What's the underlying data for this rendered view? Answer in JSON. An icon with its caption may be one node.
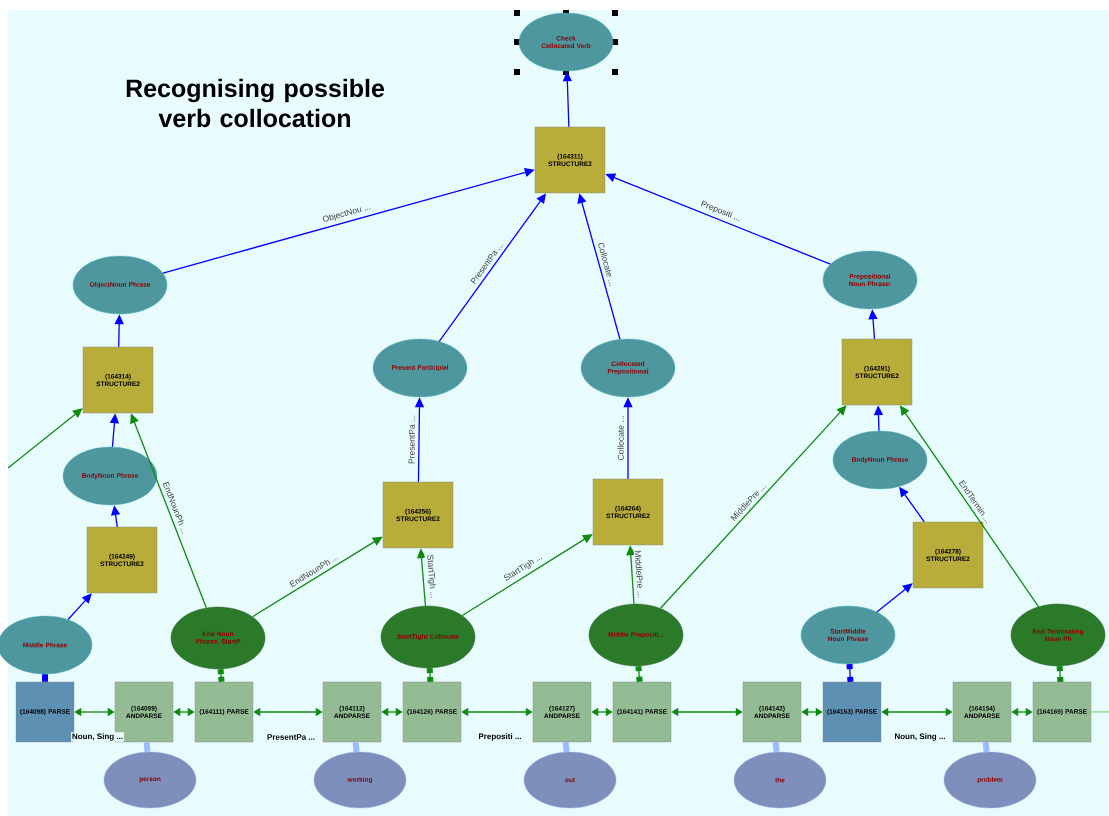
{
  "diagram": {
    "title": "Recognising possible verb collocation",
    "nodes": [
      {
        "text": [
          "Check Collocated Verb"
        ]
      },
      {
        "text": [
          "(164311) STRUCTURE2"
        ]
      },
      {
        "text": [
          "ObjectNoun Phrase"
        ]
      },
      {
        "text": [
          "Present Participial"
        ]
      },
      {
        "text": [
          "Collocated Prepositional"
        ]
      },
      {
        "text": [
          "Prepositional Noun Phrase:"
        ]
      },
      {
        "text": [
          "(164314) STRUCTURE2"
        ]
      },
      {
        "text": [
          "(164291) STRUCTURE2"
        ]
      },
      {
        "text": [
          "BodyNoun Phrase"
        ]
      },
      {
        "text": [
          "(164256) STRUCTURE2"
        ]
      },
      {
        "text": [
          "(164264) STRUCTURE2"
        ]
      },
      {
        "text": [
          "BodyNoun Phrase"
        ]
      },
      {
        "text": [
          "(164249) STRUCTURE2"
        ]
      },
      {
        "text": [
          "(164278) STRUCTURE2"
        ]
      },
      {
        "text": [
          "Middle Phrase"
        ]
      },
      {
        "text": [
          "End Noun Phrase, StartP"
        ]
      },
      {
        "text": [
          "StartTight Collocate"
        ]
      },
      {
        "text": [
          "Middle Prepositi..."
        ]
      },
      {
        "text": [
          "StartMiddle Noun Phrase"
        ]
      },
      {
        "text": [
          "End Terminating Noun Ph"
        ]
      },
      {
        "text": [
          "(164098) PARSE"
        ]
      },
      {
        "text": [
          "(164099) ANDPARSE"
        ]
      },
      {
        "text": [
          "(164111) PARSE"
        ]
      },
      {
        "text": [
          "(164112) ANDPARSE"
        ]
      },
      {
        "text": [
          "(164126) PARSE"
        ]
      },
      {
        "text": [
          "(164127) ANDPARSE"
        ]
      },
      {
        "text": [
          "(164141) PARSE"
        ]
      },
      {
        "text": [
          "(164142) ANDPARSE"
        ]
      },
      {
        "text": [
          "(164153) PARSE"
        ]
      },
      {
        "text": [
          "(164154) ANDPARSE"
        ]
      },
      {
        "text": [
          "(164169) PARSE"
        ]
      },
      {
        "text": [
          "person"
        ]
      },
      {
        "text": [
          "working"
        ]
      },
      {
        "text": [
          "out"
        ]
      },
      {
        "text": [
          "the"
        ]
      },
      {
        "text": [
          "problem"
        ]
      }
    ],
    "edges": [
      {
        "from": 1,
        "to": 0,
        "arrow": "to",
        "color": "#0000ff"
      },
      {
        "from": 2,
        "to": 1,
        "arrow": "to",
        "label": "ObjectNou ...",
        "color": "#0000ff"
      },
      {
        "from": 3,
        "to": 1,
        "arrow": "to",
        "label": "PresentPa ...",
        "color": "#0000ff"
      },
      {
        "from": 4,
        "to": 1,
        "arrow": "to",
        "label": "Collocate ...",
        "color": "#0000ff"
      },
      {
        "from": 5,
        "to": 1,
        "arrow": "to",
        "label": "Prepositi ...",
        "color": "#0000ff"
      },
      {
        "from": 6,
        "to": 2,
        "arrow": "to",
        "color": "#0000ff"
      },
      {
        "from": 9,
        "to": 3,
        "arrow": "to",
        "label": "PresentPa ...",
        "color": "#0000ff"
      },
      {
        "from": 10,
        "to": 4,
        "arrow": "to",
        "label": "Collocate ...",
        "color": "#0000ff"
      },
      {
        "from": 7,
        "to": 5,
        "arrow": "to",
        "color": "#0000ff"
      },
      {
        "from": 8,
        "to": 6,
        "arrow": "to",
        "color": "#0000ff"
      },
      {
        "from": 12,
        "to": 8,
        "arrow": "to",
        "color": "#0000ff"
      },
      {
        "from": 14,
        "to": 12,
        "arrow": "to",
        "color": "#0000ff"
      },
      {
        "from": 11,
        "to": 7,
        "arrow": "to",
        "color": "#0000ff"
      },
      {
        "from": 13,
        "to": 11,
        "arrow": "to",
        "color": "#0000ff"
      },
      {
        "from": 18,
        "to": 13,
        "arrow": "to",
        "color": "#0000ff"
      },
      {
        "from": null,
        "to": 6,
        "arrow": "to"
      },
      {
        "from": 15,
        "to": 6,
        "arrow": "to",
        "label": "EndNounPh ..."
      },
      {
        "from": 15,
        "to": 9,
        "arrow": "to",
        "label": "EndNounPh ..."
      },
      {
        "from": 16,
        "to": 9,
        "arrow": "to",
        "label": "StartTigh ..."
      },
      {
        "from": 16,
        "to": 10,
        "arrow": "to",
        "label": "StartTigh ..."
      },
      {
        "from": 17,
        "to": 10,
        "arrow": "to",
        "label": "MiddlePre ..."
      },
      {
        "from": 17,
        "to": 7,
        "arrow": "to",
        "label": "MiddlePre ..."
      },
      {
        "from": 19,
        "to": 7,
        "arrow": "to",
        "label": "EndTermin ..."
      },
      {
        "from": 20,
        "to": 14,
        "arrow": "other",
        "color": "#0000ff"
      },
      {
        "from": 22,
        "to": 15,
        "arrow": "other"
      },
      {
        "from": 24,
        "to": 16,
        "arrow": "other"
      },
      {
        "from": 26,
        "to": 17,
        "arrow": "other"
      },
      {
        "from": 28,
        "to": 18,
        "arrow": "other",
        "color": "#0000ff"
      },
      {
        "from": 30,
        "to": 19,
        "arrow": "other"
      },
      {
        "from": 20,
        "to": 21,
        "arrow": "both",
        "label": "Noun, Sing ..."
      },
      {
        "from": 21,
        "to": 22,
        "arrow": "both"
      },
      {
        "from": 22,
        "to": 23,
        "arrow": "both",
        "label": "PresentPa ..."
      },
      {
        "from": 23,
        "to": 24,
        "arrow": "both"
      },
      {
        "from": 24,
        "to": 25,
        "arrow": "both",
        "label": "Prepositi ..."
      },
      {
        "from": 25,
        "to": 26,
        "arrow": "both"
      },
      {
        "from": 26,
        "to": 27,
        "arrow": "both"
      },
      {
        "from": 27,
        "to": 28,
        "arrow": "both"
      },
      {
        "from": 28,
        "to": 29,
        "arrow": "both",
        "label": "Noun, Sing ..."
      },
      {
        "from": 29,
        "to": 30,
        "arrow": "both"
      },
      {
        "from": 30,
        "to": null,
        "arrow": "none",
        "color": "#80e080"
      },
      {
        "from": 31,
        "to": 21,
        "arrow": "other",
        "color": "#99bbff"
      },
      {
        "from": 32,
        "to": 23,
        "arrow": "other",
        "color": "#99bbff"
      },
      {
        "from": 33,
        "to": 25,
        "arrow": "other",
        "color": "#99bbff"
      },
      {
        "from": 34,
        "to": 27,
        "arrow": "other",
        "color": "#99bbff"
      },
      {
        "from": 35,
        "to": 29,
        "arrow": "other",
        "color": "#99bbff"
      }
    ]
  }
}
